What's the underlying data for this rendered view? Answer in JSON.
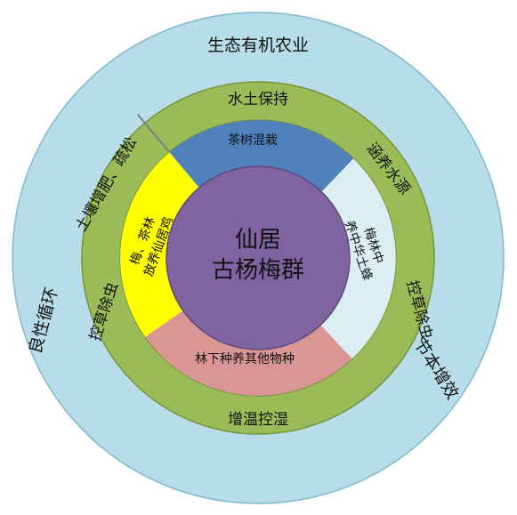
{
  "outer_ring": {
    "top": "生态有机农业",
    "left": "良性循环",
    "right": "节本增效"
  },
  "middle_ring": {
    "top": "水土保持",
    "upper_right": "涵养水源",
    "right": "控草除虫",
    "bottom": "增温控湿",
    "left": "控草除虫",
    "upper_left": "土壤增肥、疏松"
  },
  "inner_ring": {
    "top": "茶树混栽",
    "left_line1": "梅、茶林",
    "left_line2": "放养仙居鸡",
    "right_line1": "梅林中",
    "right_line2": "养中华土蜂",
    "bottom": "林下种养其他物种"
  },
  "center": {
    "line1": "仙居",
    "line2": "古杨梅群"
  },
  "colors": {
    "outer_ring": "#b7dde8",
    "middle_ring": "#9bbb59",
    "segment_top": "#4f81bd",
    "segment_left": "#ffff00",
    "segment_right": "#dbeef4",
    "segment_bottom": "#d99694",
    "center": "#8064a2"
  }
}
